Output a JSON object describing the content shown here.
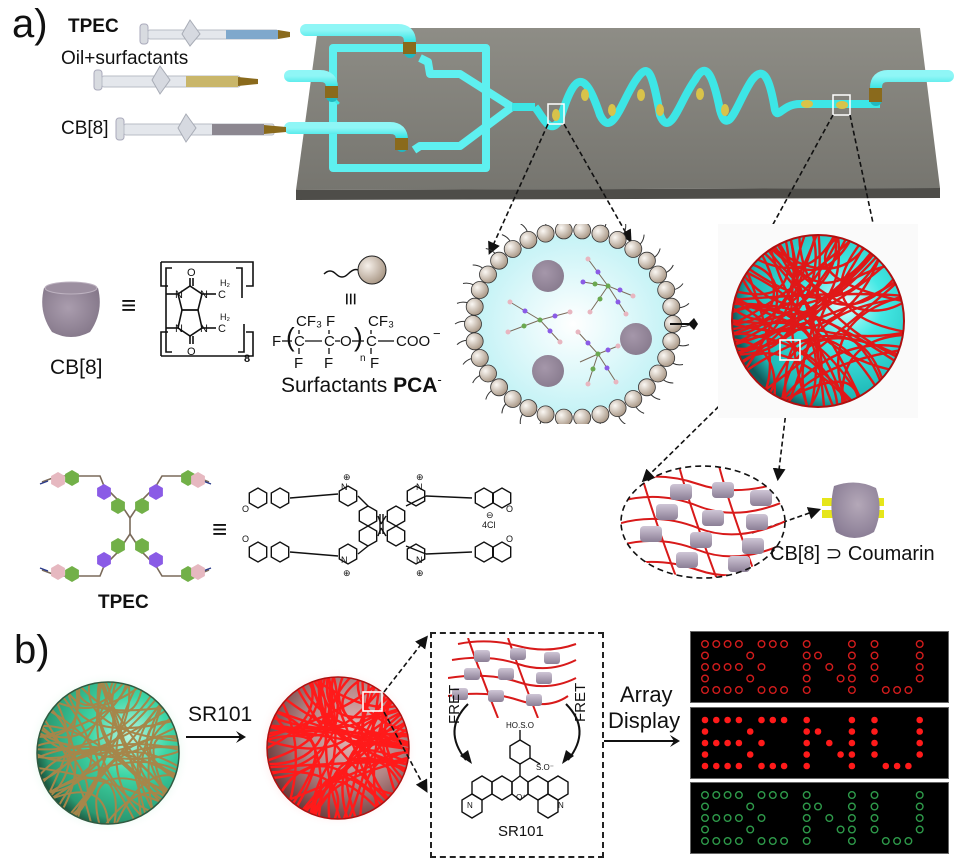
{
  "panel_a": {
    "label": "a)",
    "syringes": [
      {
        "label": "TPEC",
        "bold": true,
        "fill_color": "#7fa8cc"
      },
      {
        "label": "Oil+surfactants",
        "bold": false,
        "fill_color": "#c9b66a"
      },
      {
        "label": "CB[8]",
        "bold": false,
        "fill_color": "#8c8790"
      }
    ],
    "chip": {
      "channel_color": "#3de6e6",
      "chip_color": "#807f78",
      "droplet_color": "#d8c34a"
    },
    "cb8": {
      "label": "CB[8]",
      "equiv": "≡",
      "repeat_subscript": "8"
    },
    "surfactant": {
      "label_prefix": "Surfactants ",
      "label_bold": "PCA",
      "label_sup": "-",
      "formula_tail": "COO",
      "equiv": "≡"
    },
    "network": {
      "fiber_color": "#e01818",
      "core_color": "#35e6e0"
    },
    "complex_label": "CB[8] ⊃ Coumarin",
    "tpec": {
      "label": "TPEC",
      "equiv": "≡",
      "counterion": "4Cl"
    }
  },
  "panel_b": {
    "label": "b)",
    "arrow_label": "SR101",
    "fret_left": "FRET",
    "fret_right": "FRET",
    "dye_label": "SR101",
    "array_label_line1": "Array",
    "array_label_line2": "Display",
    "displays": [
      {
        "name": "red-outline",
        "color": "#d21c1c",
        "filled": false
      },
      {
        "name": "red-filled",
        "color": "#ff1a1a",
        "filled": true
      },
      {
        "name": "green-outline",
        "color": "#2e9a4a",
        "filled": false
      }
    ],
    "display_text": "ECNU",
    "dot_pattern": [
      "1111 111 1   1 1   1",
      "1   1    11  1 1   1",
      "1111 1   1 1 1 1   1",
      "1   1    1  11 1   1",
      "1111 111 1   1  111 "
    ]
  }
}
